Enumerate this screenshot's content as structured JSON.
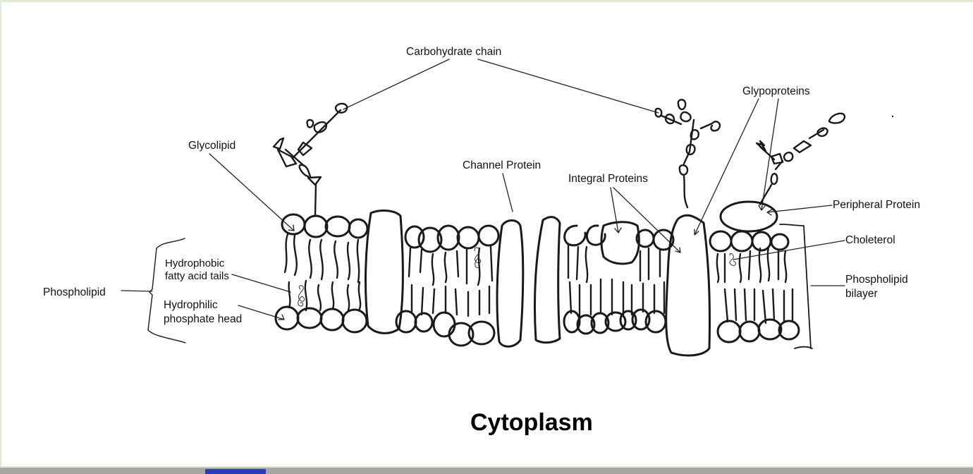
{
  "diagram": {
    "title": "Cell membrane (fluid mosaic) sketch",
    "labels": {
      "carbohydrate_chain": "Carbohydrate chain",
      "glycolipid": "Glycolipid",
      "channel_protein": "Channel Protein",
      "integral_proteins": "Integral Proteins",
      "glycoproteins": "Glypoproteins",
      "peripheral_protein": "Peripheral Protein",
      "cholesterol": "Choleterol",
      "phospholipid_bilayer_line1": "Phospholipid",
      "phospholipid_bilayer_line2": "bilayer",
      "phospholipid": "Phospholipid",
      "hydrophobic_line1": "Hydrophobic",
      "hydrophobic_line2": "fatty acid tails",
      "hydrophilic_line1": "Hydrophilic",
      "hydrophilic_line2": "phosphate head",
      "cytoplasm": "Cytoplasm"
    },
    "ink_color": "#1a1a1a"
  },
  "window": {
    "background": "#ffffff",
    "frame_color": "#e0ebd6",
    "scrollbar_thumb_color": "#2b3cb4"
  }
}
